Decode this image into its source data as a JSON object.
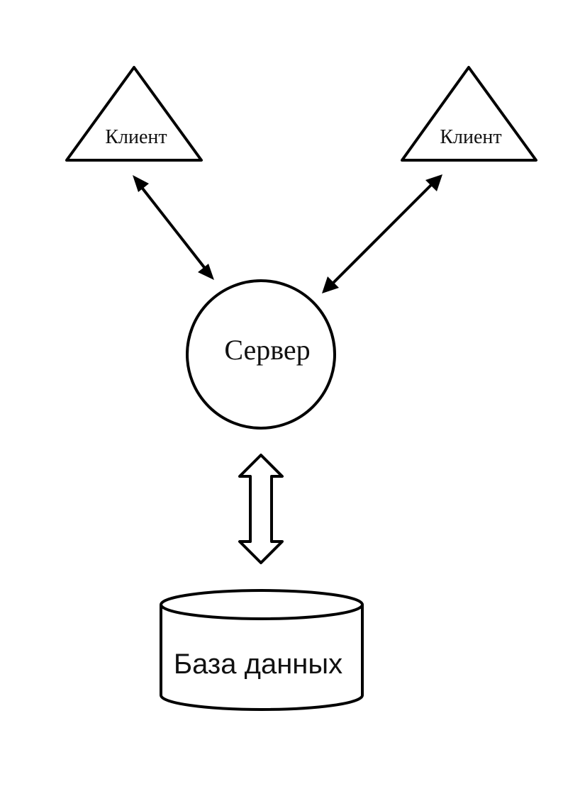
{
  "nodes": {
    "client_left": {
      "label": "Клиент"
    },
    "client_right": {
      "label": "Клиент"
    },
    "server": {
      "label": "Сервер"
    },
    "database": {
      "label": "База данных"
    }
  },
  "edges": [
    {
      "from": "client_left",
      "to": "server",
      "style": "thin-double-arrow"
    },
    {
      "from": "client_right",
      "to": "server",
      "style": "thin-double-arrow"
    },
    {
      "from": "server",
      "to": "database",
      "style": "block-double-arrow"
    }
  ],
  "colors": {
    "stroke": "#000000",
    "fill": "#ffffff",
    "text": "#111111"
  }
}
